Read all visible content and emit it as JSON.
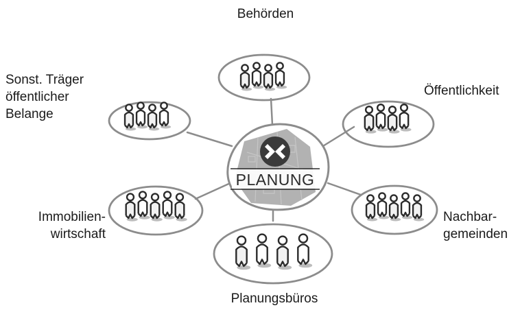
{
  "center": {
    "label": "PLANUNG"
  },
  "groups": [
    {
      "id": "behoerden",
      "label": "Behörden"
    },
    {
      "id": "oeffentlichkeit",
      "label": "Öffentlichkeit"
    },
    {
      "id": "nachbargemeinden",
      "label": "Nachbar-\ngemeinden"
    },
    {
      "id": "planungsbueros",
      "label": "Planungsbüros"
    },
    {
      "id": "immobilienwirtschaft",
      "label": "Immobilien-\nwirtschaft"
    },
    {
      "id": "traeger",
      "label": "Sonst. Träger\nöffentlicher\nBelange"
    }
  ],
  "colors": {
    "ink": "#2b2b2b",
    "ring": "#8c8c8c",
    "shadow": "#bdbdbd",
    "map": "#9e9e9e",
    "logo": "#3a3a3a"
  }
}
